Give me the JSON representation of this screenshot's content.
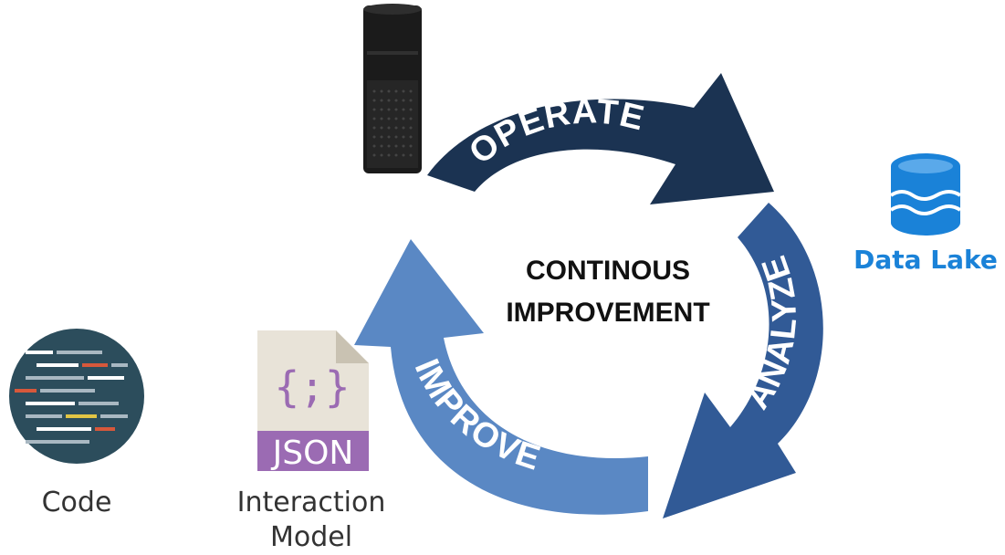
{
  "center": {
    "line1": "CONTINOUS",
    "line2": "IMPROVEMENT"
  },
  "arcs": {
    "operate": {
      "label": "OPERATE",
      "color": "#1b3352"
    },
    "analyze": {
      "label": "ANALYZE",
      "color": "#315a96"
    },
    "improve": {
      "label": "IMPROVE",
      "color": "#5a88c4"
    }
  },
  "icons": {
    "device": "smart-speaker-icon",
    "data_lake": "database-icon",
    "json_file": "json-file-icon",
    "code": "code-icon"
  },
  "captions": {
    "data_lake": "Data Lake",
    "code": "Code",
    "interaction_model_line1": "Interaction",
    "interaction_model_line2": "Model"
  },
  "json_file": {
    "brace": "{;}",
    "tag": "JSON"
  },
  "colors": {
    "data_lake_blue": "#1a82d8",
    "json_purple": "#9b6bb3",
    "code_bg": "#2c4d5c"
  }
}
